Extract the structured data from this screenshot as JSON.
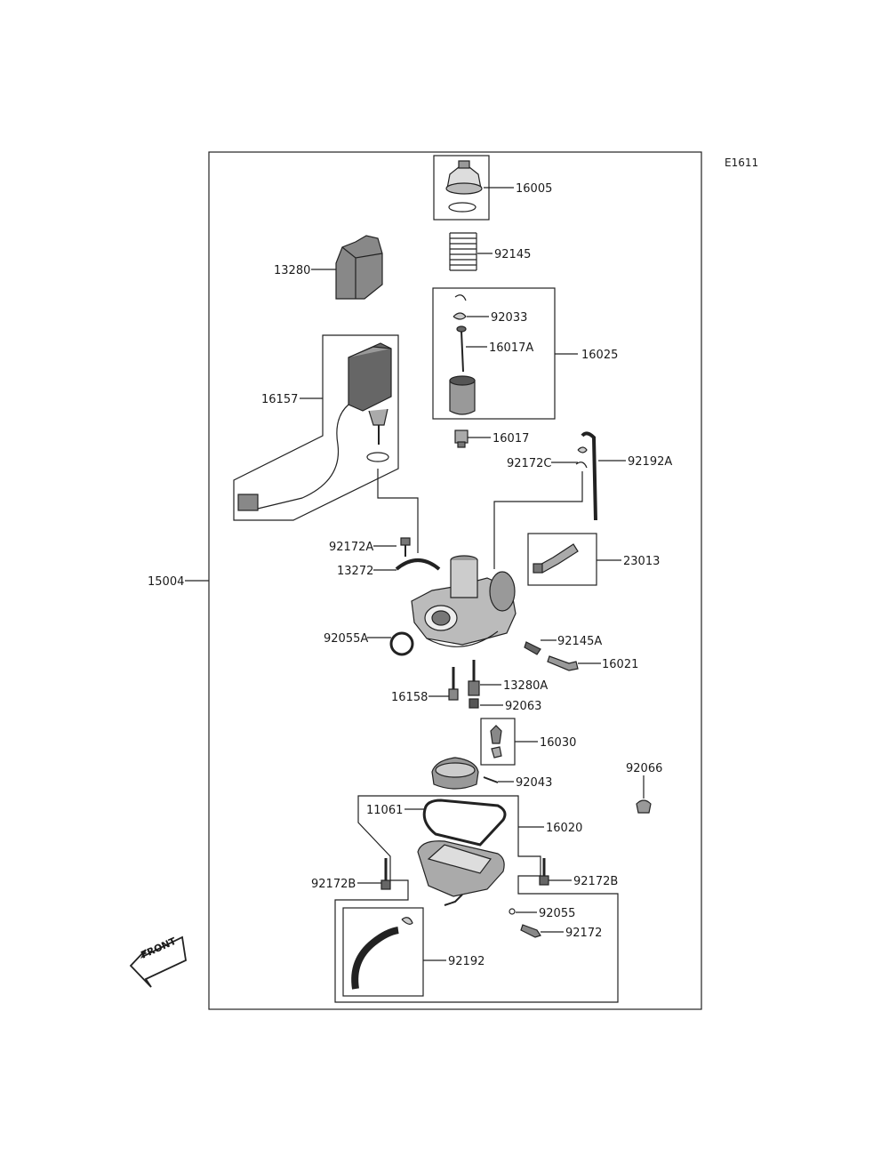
{
  "diagram": {
    "code": "E1611",
    "parts": [
      "16005",
      "92145",
      "13280",
      "92033",
      "16017A",
      "16025",
      "16157",
      "16017",
      "92172C",
      "92192A",
      "92172A",
      "13272",
      "23013",
      "15004",
      "92055A",
      "92145A",
      "16021",
      "16158",
      "13280A",
      "92063",
      "16030",
      "92066",
      "92043",
      "11061",
      "16020",
      "92172B",
      "92172B",
      "92055",
      "92172",
      "92192"
    ],
    "front_label": "FRONT"
  }
}
